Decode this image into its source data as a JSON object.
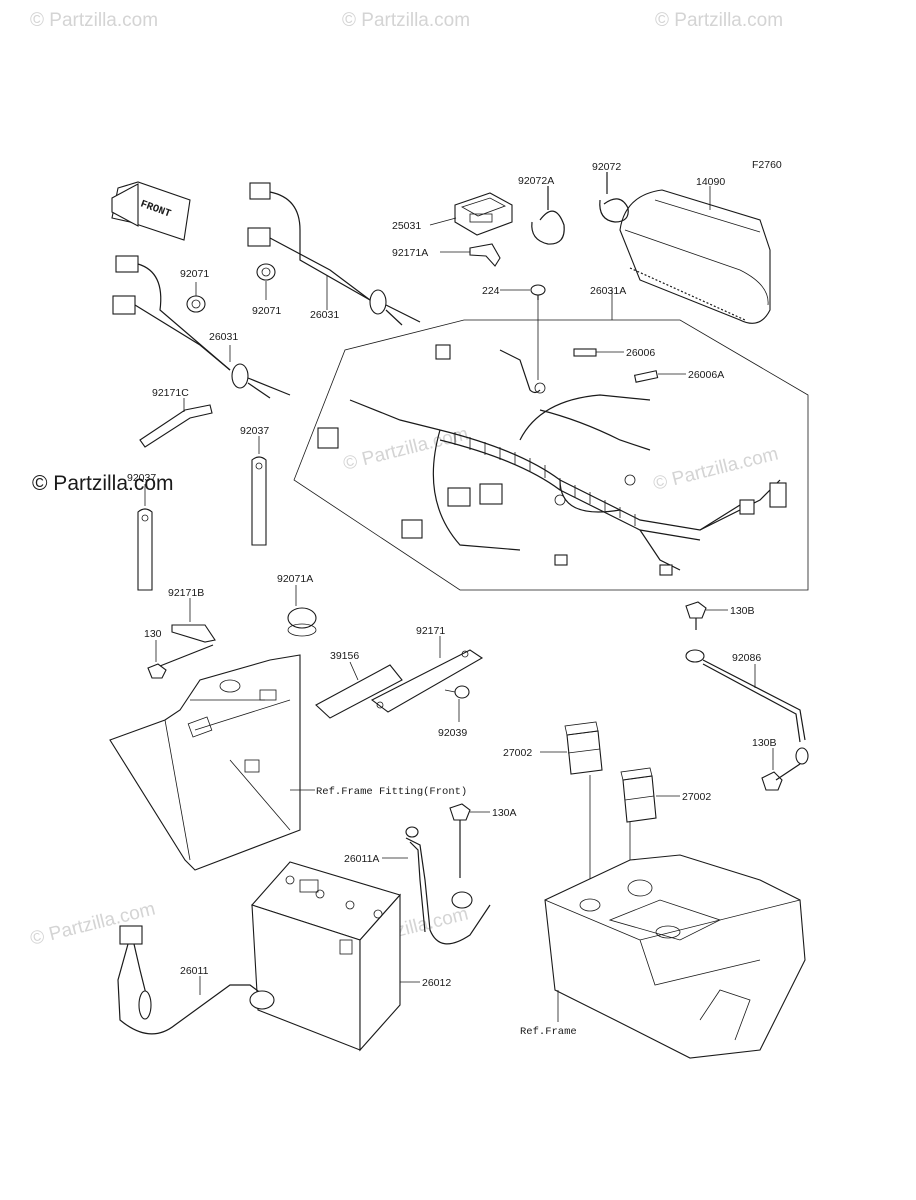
{
  "figure_code": "F2760",
  "front_arrow_text": "FRONT",
  "watermarks": {
    "main": "© Partzilla.com",
    "faint": "© Partzilla.com"
  },
  "callouts": [
    {
      "id": "c92072A",
      "text": "92072A"
    },
    {
      "id": "c92072",
      "text": "92072"
    },
    {
      "id": "c14090",
      "text": "14090"
    },
    {
      "id": "c25031",
      "text": "25031"
    },
    {
      "id": "c92171A",
      "text": "92171A"
    },
    {
      "id": "c92071a",
      "text": "92071"
    },
    {
      "id": "c92071b",
      "text": "92071"
    },
    {
      "id": "c26031a",
      "text": "26031"
    },
    {
      "id": "c26031b",
      "text": "26031"
    },
    {
      "id": "c224",
      "text": "224"
    },
    {
      "id": "c26031A",
      "text": "26031A"
    },
    {
      "id": "c26006",
      "text": "26006"
    },
    {
      "id": "c26006A",
      "text": "26006A"
    },
    {
      "id": "c92171C",
      "text": "92171C"
    },
    {
      "id": "c92037a",
      "text": "92037"
    },
    {
      "id": "c92037b",
      "text": "92037"
    },
    {
      "id": "c92171B",
      "text": "92171B"
    },
    {
      "id": "c92071A",
      "text": "92071A"
    },
    {
      "id": "c130",
      "text": "130"
    },
    {
      "id": "c39156",
      "text": "39156"
    },
    {
      "id": "c92171",
      "text": "92171"
    },
    {
      "id": "c92039",
      "text": "92039"
    },
    {
      "id": "c130B1",
      "text": "130B"
    },
    {
      "id": "c92086",
      "text": "92086"
    },
    {
      "id": "c130B2",
      "text": "130B"
    },
    {
      "id": "c27002a",
      "text": "27002"
    },
    {
      "id": "c27002b",
      "text": "27002"
    },
    {
      "id": "c130A",
      "text": "130A"
    },
    {
      "id": "c26011A",
      "text": "26011A"
    },
    {
      "id": "c26011",
      "text": "26011"
    },
    {
      "id": "c26012",
      "text": "26012"
    }
  ],
  "references": {
    "frame_fitting_front": "Ref.Frame Fitting(Front)",
    "frame": "Ref.Frame"
  }
}
